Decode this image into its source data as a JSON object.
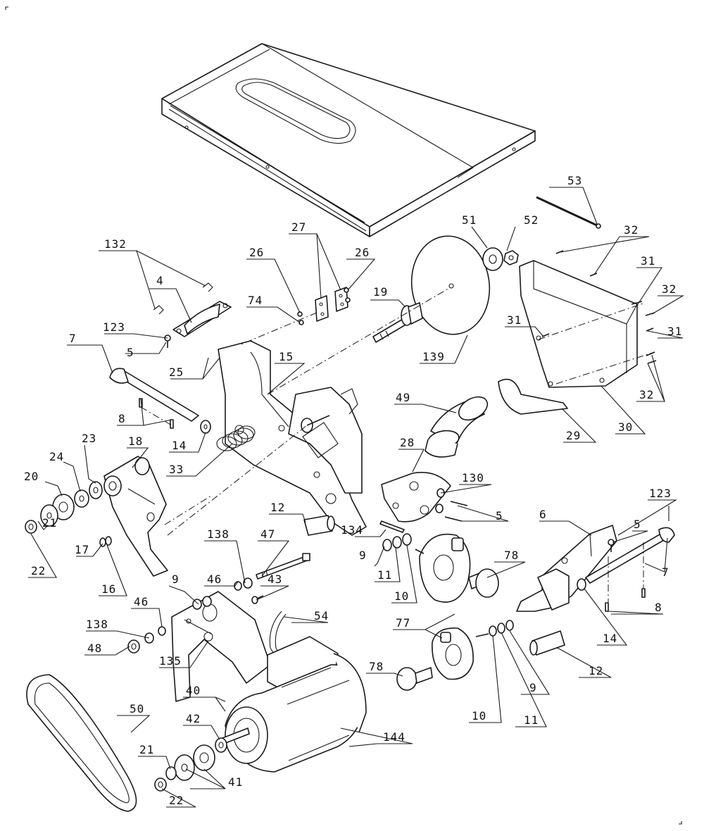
{
  "colors": {
    "ink": "#1a1a1a",
    "paper": "#ffffff"
  },
  "callouts": [
    {
      "id": "c53",
      "label": "53"
    },
    {
      "id": "c132",
      "label": "132"
    },
    {
      "id": "c27",
      "label": "27"
    },
    {
      "id": "c26a",
      "label": "26"
    },
    {
      "id": "c26b",
      "label": "26"
    },
    {
      "id": "c51",
      "label": "51"
    },
    {
      "id": "c52",
      "label": "52"
    },
    {
      "id": "c32a",
      "label": "32"
    },
    {
      "id": "c4",
      "label": "4"
    },
    {
      "id": "c74",
      "label": "74"
    },
    {
      "id": "c19",
      "label": "19"
    },
    {
      "id": "c31a",
      "label": "31"
    },
    {
      "id": "c32b",
      "label": "32"
    },
    {
      "id": "c123a",
      "label": "123"
    },
    {
      "id": "c31b",
      "label": "31"
    },
    {
      "id": "c31c",
      "label": "31"
    },
    {
      "id": "c7a",
      "label": "7"
    },
    {
      "id": "c5a",
      "label": "5"
    },
    {
      "id": "c25",
      "label": "25"
    },
    {
      "id": "c15",
      "label": "15"
    },
    {
      "id": "c139",
      "label": "139"
    },
    {
      "id": "c32c",
      "label": "32"
    },
    {
      "id": "c49",
      "label": "49"
    },
    {
      "id": "c8a",
      "label": "8"
    },
    {
      "id": "c14a",
      "label": "14"
    },
    {
      "id": "c29",
      "label": "29"
    },
    {
      "id": "c30",
      "label": "30"
    },
    {
      "id": "c23",
      "label": "23"
    },
    {
      "id": "c18",
      "label": "18"
    },
    {
      "id": "c33",
      "label": "33"
    },
    {
      "id": "c28",
      "label": "28"
    },
    {
      "id": "c130",
      "label": "130"
    },
    {
      "id": "c24",
      "label": "24"
    },
    {
      "id": "c20",
      "label": "20"
    },
    {
      "id": "c123b",
      "label": "123"
    },
    {
      "id": "c12a",
      "label": "12"
    },
    {
      "id": "c5b",
      "label": "5"
    },
    {
      "id": "c6",
      "label": "6"
    },
    {
      "id": "c5c",
      "label": "5"
    },
    {
      "id": "c21a",
      "label": "21"
    },
    {
      "id": "c134",
      "label": "134"
    },
    {
      "id": "c138a",
      "label": "138"
    },
    {
      "id": "c47",
      "label": "47"
    },
    {
      "id": "c78a",
      "label": "78"
    },
    {
      "id": "c9a",
      "label": "9"
    },
    {
      "id": "c7b",
      "label": "7"
    },
    {
      "id": "c17",
      "label": "17"
    },
    {
      "id": "c22a",
      "label": "22"
    },
    {
      "id": "c46a",
      "label": "46"
    },
    {
      "id": "c43",
      "label": "43"
    },
    {
      "id": "c11a",
      "label": "11"
    },
    {
      "id": "c16",
      "label": "16"
    },
    {
      "id": "c10a",
      "label": "10"
    },
    {
      "id": "c9b",
      "label": "9"
    },
    {
      "id": "c8b",
      "label": "8"
    },
    {
      "id": "c46b",
      "label": "46"
    },
    {
      "id": "c54",
      "label": "54"
    },
    {
      "id": "c138b",
      "label": "138"
    },
    {
      "id": "c77",
      "label": "77"
    },
    {
      "id": "c14b",
      "label": "14"
    },
    {
      "id": "c48",
      "label": "48"
    },
    {
      "id": "c135",
      "label": "135"
    },
    {
      "id": "c12b",
      "label": "12"
    },
    {
      "id": "c78b",
      "label": "78"
    },
    {
      "id": "c40",
      "label": "40"
    },
    {
      "id": "c9c",
      "label": "9"
    },
    {
      "id": "c50",
      "label": "50"
    },
    {
      "id": "c10b",
      "label": "10"
    },
    {
      "id": "c11b",
      "label": "11"
    },
    {
      "id": "c42",
      "label": "42"
    },
    {
      "id": "c144",
      "label": "144"
    },
    {
      "id": "c21b",
      "label": "21"
    },
    {
      "id": "c41",
      "label": "41"
    },
    {
      "id": "c22b",
      "label": "22"
    }
  ]
}
